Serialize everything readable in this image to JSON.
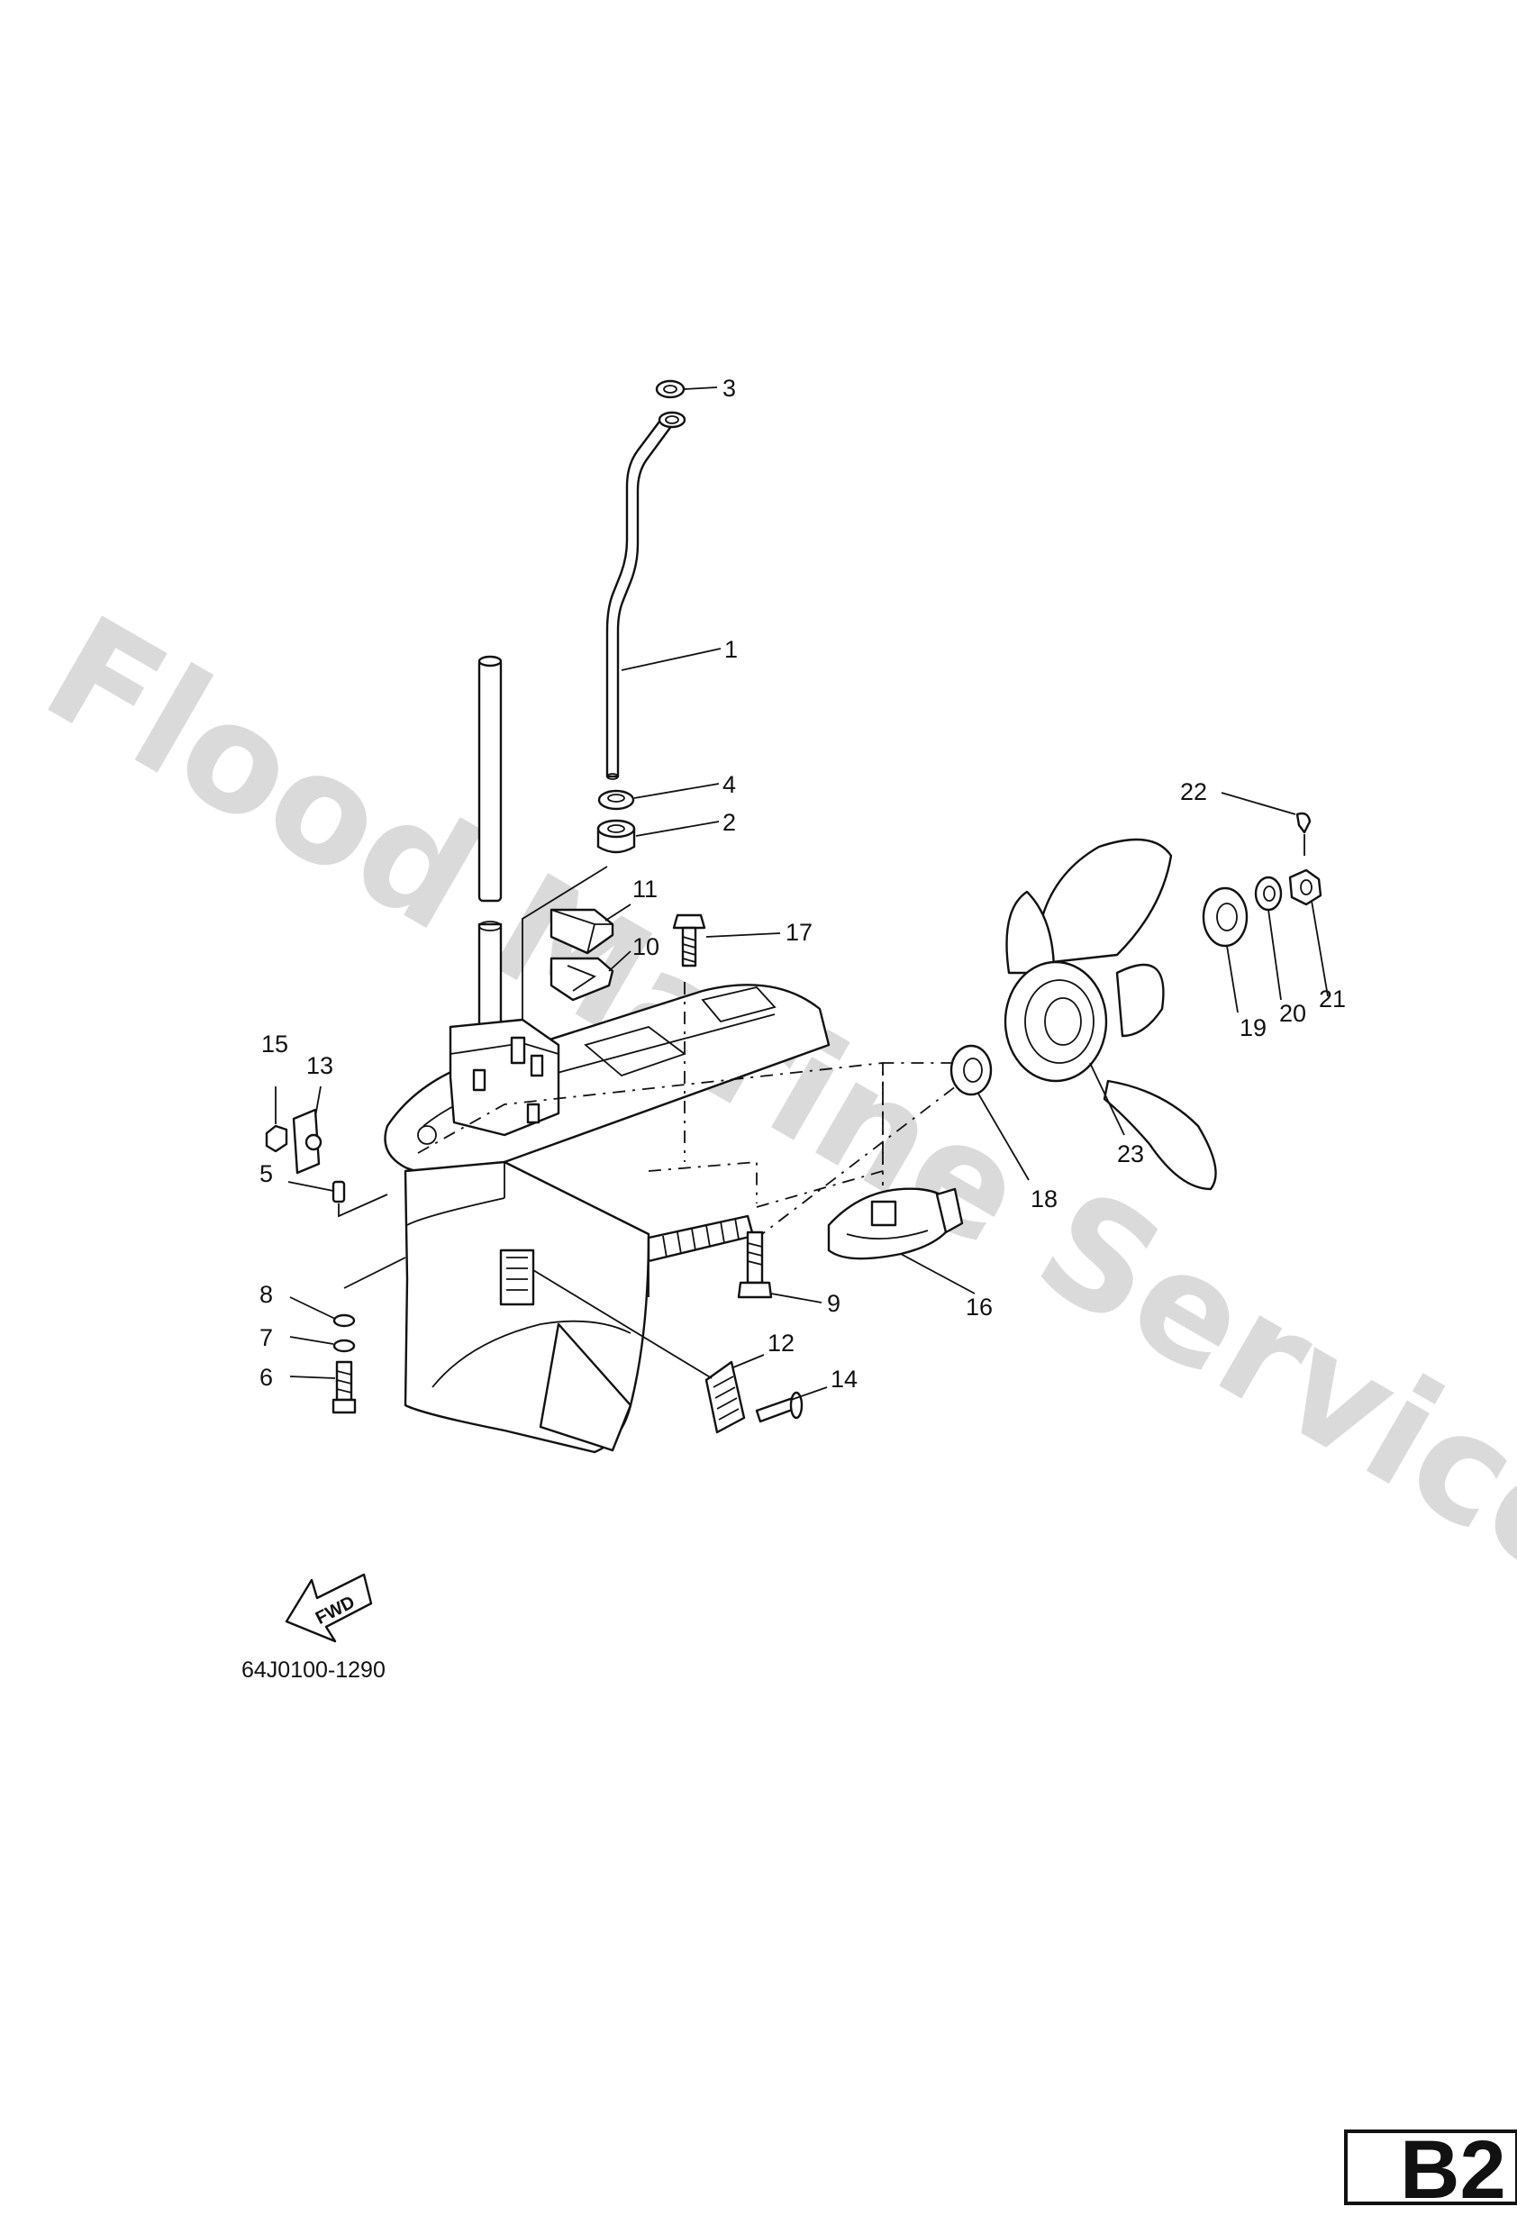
{
  "watermark": "Flood Marine Services",
  "drawing_code": "64J0100-1290",
  "page_tag": "B2",
  "fwd_label": "FWD",
  "callouts": [
    {
      "id": "c1",
      "text": "1"
    },
    {
      "id": "c2",
      "text": "2"
    },
    {
      "id": "c3",
      "text": "3"
    },
    {
      "id": "c4",
      "text": "4"
    },
    {
      "id": "c5",
      "text": "5"
    },
    {
      "id": "c6",
      "text": "6"
    },
    {
      "id": "c7",
      "text": "7"
    },
    {
      "id": "c8",
      "text": "8"
    },
    {
      "id": "c9",
      "text": "9"
    },
    {
      "id": "c10",
      "text": "10"
    },
    {
      "id": "c11",
      "text": "11"
    },
    {
      "id": "c12",
      "text": "12"
    },
    {
      "id": "c13",
      "text": "13"
    },
    {
      "id": "c14",
      "text": "14"
    },
    {
      "id": "c15",
      "text": "15"
    },
    {
      "id": "c16",
      "text": "16"
    },
    {
      "id": "c17",
      "text": "17"
    },
    {
      "id": "c18",
      "text": "18"
    },
    {
      "id": "c19",
      "text": "19"
    },
    {
      "id": "c20",
      "text": "20"
    },
    {
      "id": "c21",
      "text": "21"
    },
    {
      "id": "c22",
      "text": "22"
    },
    {
      "id": "c23",
      "text": "23"
    }
  ]
}
